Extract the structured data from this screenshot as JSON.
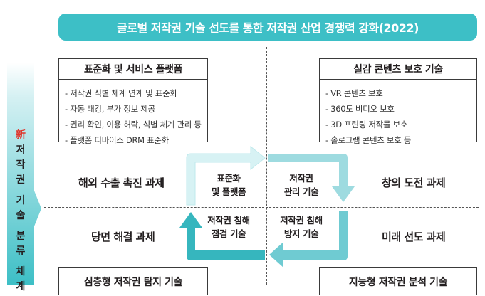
{
  "banner": {
    "title": "글로벌 저작권 기술 선도를 통한 저작권 산업 경쟁력 강화(2022)"
  },
  "side": {
    "new_char": "新",
    "rest_chars": [
      "저",
      "작",
      "권",
      "",
      "기",
      "술",
      "",
      "분",
      "류",
      "",
      "체",
      "계"
    ]
  },
  "boxes": {
    "top_left": {
      "title": "표준화 및 서비스 플랫폼",
      "items": [
        "저작권 식별 체계 연계 및 표준화",
        "자동 태깅, 부가 정보 제공",
        "권리 확인, 이용 허락, 식별 체계 관리 등",
        "플랫폼 디바이스 DRM 표준화"
      ]
    },
    "top_right": {
      "title": "실감 콘텐츠 보호 기술",
      "items": [
        "VR 콘텐츠 보호",
        "360도 비디오 보호",
        "3D 프린팅 저작물 보호",
        "홀로그램 콘텐츠 보호 등"
      ]
    },
    "bottom_left": {
      "title": "심층형 저작권 탐지 기술"
    },
    "bottom_right": {
      "title": "지능형 저작권 분석 기술"
    }
  },
  "quadrants": {
    "top_left": "해외 수출 촉진 과제",
    "top_right": "창의 도전 과제",
    "bottom_left": "당면 해결 과제",
    "bottom_right": "미래 선도 과제"
  },
  "cycle": {
    "top_left": [
      "표준화",
      "및 플랫폼"
    ],
    "top_right": [
      "저작권",
      "관리 기술"
    ],
    "bottom_left": [
      "저작권 침해",
      "점검 기술"
    ],
    "bottom_right": [
      "저작권 침해",
      "방지 기술"
    ]
  },
  "colors": {
    "banner": "#3dbfc6",
    "arrow_light": "#bfe9ec",
    "arrow_mid": "#8fd8de",
    "arrow_dark": "#36b6be",
    "new_char": "#e0362c"
  }
}
